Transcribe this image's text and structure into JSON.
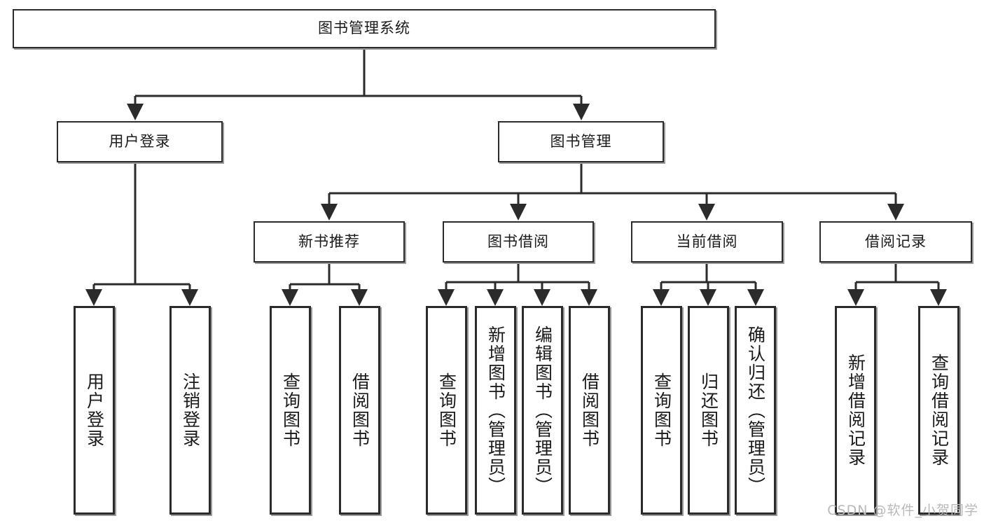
{
  "diagram": {
    "title": "图书管理系统",
    "type": "tree",
    "colors": {
      "box_border": "#2b2b2b",
      "box_fill": "#ffffff",
      "edge": "#2b2b2b",
      "shadow": "#9a9a9a",
      "watermark": "#b9b9b9"
    },
    "nodes": {
      "root": {
        "label": "图书管理系统"
      },
      "level2": [
        {
          "label": "用户登录"
        },
        {
          "label": "图书管理"
        }
      ],
      "level3": [
        {
          "label": "新书推荐"
        },
        {
          "label": "图书借阅"
        },
        {
          "label": "当前借阅"
        },
        {
          "label": "借阅记录"
        }
      ],
      "leaves": {
        "user_login": [
          {
            "label": "用户登录"
          },
          {
            "label": "注销登录"
          }
        ],
        "new_book_recommend": [
          {
            "label": "查询图书"
          },
          {
            "label": "借阅图书"
          }
        ],
        "book_borrow": [
          {
            "label": "查询图书"
          },
          {
            "label": "新增图书（管理员）"
          },
          {
            "label": "编辑图书（管理员）"
          },
          {
            "label": "借阅图书"
          }
        ],
        "current_borrow": [
          {
            "label": "查询图书"
          },
          {
            "label": "归还图书"
          },
          {
            "label": "确认归还（管理员）"
          }
        ],
        "borrow_record": [
          {
            "label": "新增借阅记录"
          },
          {
            "label": "查询借阅记录"
          }
        ]
      }
    },
    "watermark": "CSDN @软件_小贺同学"
  }
}
